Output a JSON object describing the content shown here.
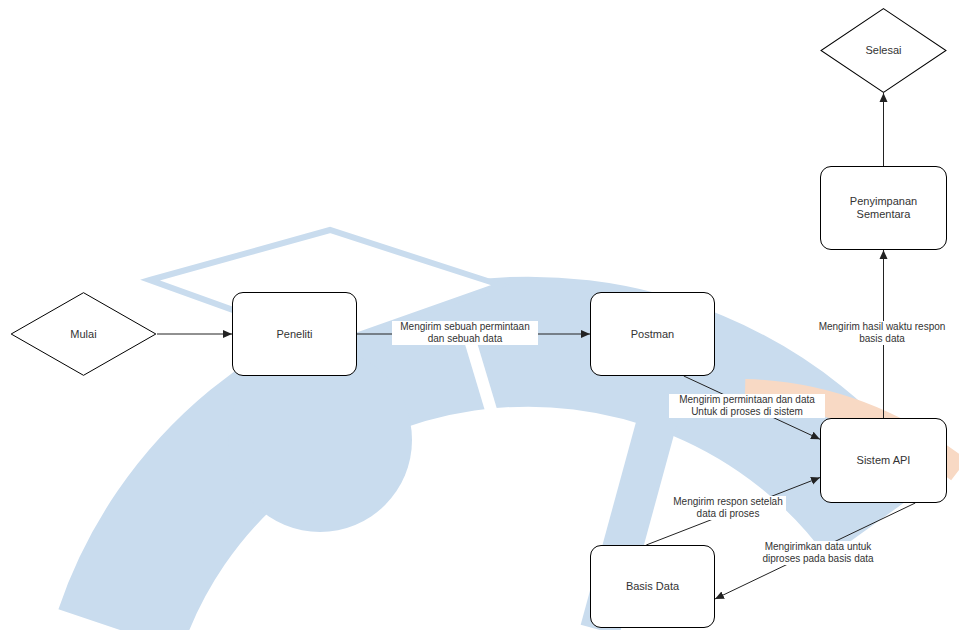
{
  "diagram": {
    "nodes": [
      {
        "text": [
          "Mulai"
        ]
      },
      {
        "text": [
          "Peneliti"
        ]
      },
      {
        "text": [
          "Postman"
        ]
      },
      {
        "text": [
          "Selesai"
        ]
      },
      {
        "text": [
          "Penyimpanan Sementara"
        ]
      },
      {
        "text": [
          "Sistem API"
        ]
      },
      {
        "text": [
          "Basis Data"
        ]
      }
    ],
    "edges": [
      {
        "from": 0,
        "to": 1,
        "arrow": "to"
      },
      {
        "from": 1,
        "to": 2,
        "label": "Mengirim sebuah permintaan dan sebuah data",
        "arrow": "to"
      },
      {
        "from": 2,
        "to": 5,
        "label": "Mengirim permintaan dan data Untuk di proses di sistem",
        "arrow": "to"
      },
      {
        "from": 5,
        "to": 4,
        "label": "Mengirim hasil waktu respon basis data",
        "arrow": "to"
      },
      {
        "from": 4,
        "to": 3,
        "arrow": "to"
      },
      {
        "from": 6,
        "to": 5,
        "label": "Mengirim respon setelah data di proses",
        "arrow": "to"
      },
      {
        "from": 5,
        "to": 6,
        "label": "Mengirimkan data untuk diproses pada basis data",
        "arrow": "to"
      }
    ]
  }
}
